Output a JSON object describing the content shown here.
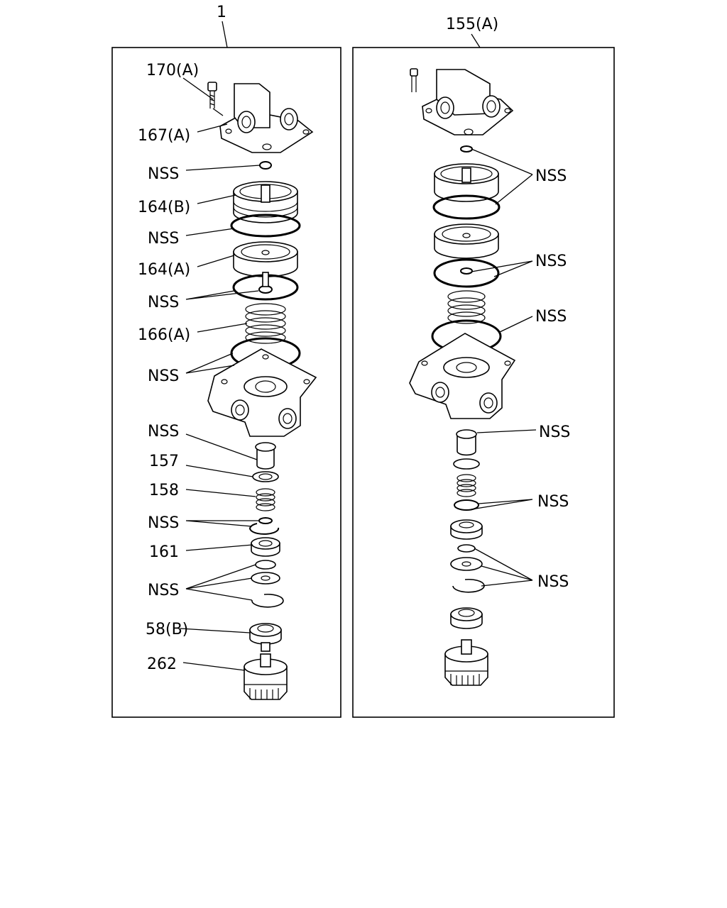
{
  "assemblies": {
    "left": {
      "label": "1"
    },
    "right": {
      "label": "155(A)"
    }
  },
  "callouts_left": {
    "bolt": "170(A)",
    "cover": "167(A)",
    "seal_top": "NSS",
    "piston_b": "164(B)",
    "ring_b": "NSS",
    "piston_a": "164(A)",
    "rings_a": "NSS",
    "spring": "166(A)",
    "body_rings": "NSS",
    "guide": "NSS",
    "valve_157": "157",
    "spring_158": "158",
    "clips": "NSS",
    "seat_161": "161",
    "washers": "NSS",
    "seat_58b": "58(B)",
    "cap_262": "262"
  },
  "callouts_right": {
    "top_rings": "NSS",
    "mid_rings": "NSS",
    "body_ring": "NSS",
    "guide": "NSS",
    "clip": "NSS",
    "washers": "NSS"
  }
}
